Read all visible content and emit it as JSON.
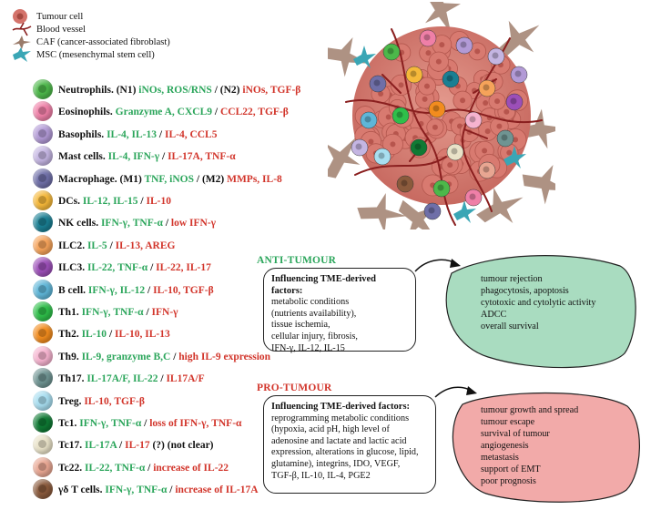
{
  "legend": [
    {
      "icon": "tumour-cell-icon",
      "label": "Tumour cell"
    },
    {
      "icon": "blood-vessel-icon",
      "label": "Blood vessel"
    },
    {
      "icon": "caf-icon",
      "label": "CAF (cancer-associated fibroblast)"
    },
    {
      "icon": "msc-icon",
      "label": "MSC (mesenchymal stem cell)"
    }
  ],
  "cells": [
    {
      "name": "Neutrophils.",
      "color": "#4db84a",
      "parts": [
        [
          "k",
          " (N1) "
        ],
        [
          "g",
          "iNOs, ROS/RNS"
        ],
        [
          "k",
          " / (N2) "
        ],
        [
          "r",
          "iNOs, TGF-β"
        ]
      ]
    },
    {
      "name": "Eosinophils.",
      "color": "#ef7fa7",
      "parts": [
        [
          "g",
          " Granzyme A, CXCL9"
        ],
        [
          "k",
          " / "
        ],
        [
          "r",
          "CCL22, TGF-β"
        ]
      ]
    },
    {
      "name": "Basophils.",
      "color": "#b29ad6",
      "parts": [
        [
          "g",
          " IL-4, IL-13"
        ],
        [
          "k",
          " / "
        ],
        [
          "r",
          "IL-4, CCL5"
        ]
      ]
    },
    {
      "name": "Mast cells.",
      "color": "#c4b5e2",
      "parts": [
        [
          "g",
          " IL-4, IFN-γ"
        ],
        [
          "k",
          " / "
        ],
        [
          "r",
          "IL-17A, TNF-α"
        ]
      ]
    },
    {
      "name": "Macrophage.",
      "color": "#6f6fa8",
      "parts": [
        [
          "k",
          " (M1) "
        ],
        [
          "g",
          "TNF, iNOS"
        ],
        [
          "k",
          " / (M2) "
        ],
        [
          "r",
          "MMPs, IL-8"
        ]
      ]
    },
    {
      "name": "DCs.",
      "color": "#f5b83a",
      "parts": [
        [
          "g",
          " IL-12, IL-15"
        ],
        [
          "k",
          " / "
        ],
        [
          "r",
          "IL-10"
        ]
      ]
    },
    {
      "name": "NK cells.",
      "color": "#1a7f93",
      "parts": [
        [
          "g",
          " IFN-γ, TNF-α"
        ],
        [
          "k",
          " / "
        ],
        [
          "r",
          "low IFN-γ"
        ]
      ]
    },
    {
      "name": "ILC2.",
      "color": "#f6a35a",
      "parts": [
        [
          "g",
          " IL-5"
        ],
        [
          "k",
          " / "
        ],
        [
          "r",
          "IL-13, AREG"
        ]
      ]
    },
    {
      "name": "ILC3.",
      "color": "#9c4fb8",
      "parts": [
        [
          "g",
          " IL-22, TNF-α"
        ],
        [
          "k",
          " / "
        ],
        [
          "r",
          "IL-22, IL-17"
        ]
      ]
    },
    {
      "name": "B cell.",
      "color": "#5fb6d8",
      "parts": [
        [
          "g",
          " IFN-γ, IL-12"
        ],
        [
          "k",
          " / "
        ],
        [
          "r",
          "IL-10, TGF-β"
        ]
      ]
    },
    {
      "name": "Th1.",
      "color": "#2fbf4a",
      "parts": [
        [
          "g",
          " IFN-γ, TNF-α"
        ],
        [
          "k",
          " / "
        ],
        [
          "r",
          "IFN-γ"
        ]
      ]
    },
    {
      "name": "Th2.",
      "color": "#f28c1e",
      "parts": [
        [
          "g",
          " IL-10"
        ],
        [
          "k",
          " / "
        ],
        [
          "r",
          "IL-10, IL-13"
        ]
      ]
    },
    {
      "name": "Th9.",
      "color": "#f6b3cf",
      "parts": [
        [
          "g",
          " IL-9, granzyme B,C"
        ],
        [
          "k",
          " / "
        ],
        [
          "r",
          "high IL-9 expression"
        ]
      ]
    },
    {
      "name": "Th17.",
      "color": "#6f9492",
      "parts": [
        [
          "g",
          " IL-17A/F, IL-22"
        ],
        [
          "k",
          " / "
        ],
        [
          "r",
          "IL17A/F"
        ]
      ]
    },
    {
      "name": "Treg.",
      "color": "#a8def0",
      "parts": [
        [
          "r",
          " IL-10, TGF-β"
        ]
      ]
    },
    {
      "name": "Tc1.",
      "color": "#0f7a34",
      "parts": [
        [
          "g",
          " IFN-γ, TNF-α"
        ],
        [
          "k",
          " / "
        ],
        [
          "r",
          "loss of  IFN-γ, TNF-α"
        ]
      ]
    },
    {
      "name": "Tc17.",
      "color": "#e9e2c8",
      "parts": [
        [
          "g",
          " IL-17A"
        ],
        [
          "k",
          " / "
        ],
        [
          "r",
          "IL-17"
        ],
        [
          "k",
          " (?) (not clear)"
        ]
      ]
    },
    {
      "name": "Tc22.",
      "color": "#e8a692",
      "parts": [
        [
          "g",
          " IL-22, TNF-α"
        ],
        [
          "k",
          " / "
        ],
        [
          "r",
          "increase of IL-22"
        ]
      ]
    },
    {
      "name": "γδ T cells.",
      "color": "#8a5a3c",
      "parts": [
        [
          "g",
          " IFN-γ, TNF-α"
        ],
        [
          "k",
          " / "
        ],
        [
          "r",
          "increase of IL-17A"
        ]
      ]
    }
  ],
  "anti": {
    "heading": "ANTI-TUMOUR",
    "box_title": "Influencing TME-derived factors:",
    "box_lines": [
      "metabolic conditions",
      "(nutrients availability),",
      "tissue ischemia,",
      "cellular injury, fibrosis,",
      "IFN-γ, IL-12, IL-15"
    ],
    "outcomes": [
      "tumour rejection",
      "phagocytosis, apoptosis",
      "cytotoxic and cytolytic activity",
      "ADCC",
      "overall survival"
    ],
    "color": "#a9dcc0"
  },
  "pro": {
    "heading": "PRO-TUMOUR",
    "box_title": "Influencing TME-derived factors:",
    "box_lines": [
      "reprogramming metabolic conditions",
      "(hypoxia, acid pH,    high level of",
      "adenosine and lactate and lactic acid",
      "expression, alterations in glucose, lipid,",
      "glutamine), integrins, IDO, VEGF,",
      "TGF-β, IL-10, IL-4, PGE2"
    ],
    "outcomes": [
      "tumour growth and spread",
      "tumour escape",
      "survival of tumour",
      "angiogenesis",
      "metastasis",
      "support of EMT",
      "poor prognosis"
    ],
    "color": "#f2aaa9"
  },
  "colors": {
    "green": "#2aa55a",
    "red": "#d2352b",
    "tumour": "#d4736b",
    "vessel": "#8a1f1f",
    "caf": "#9a7b6a",
    "msc": "#3aa6b5"
  }
}
